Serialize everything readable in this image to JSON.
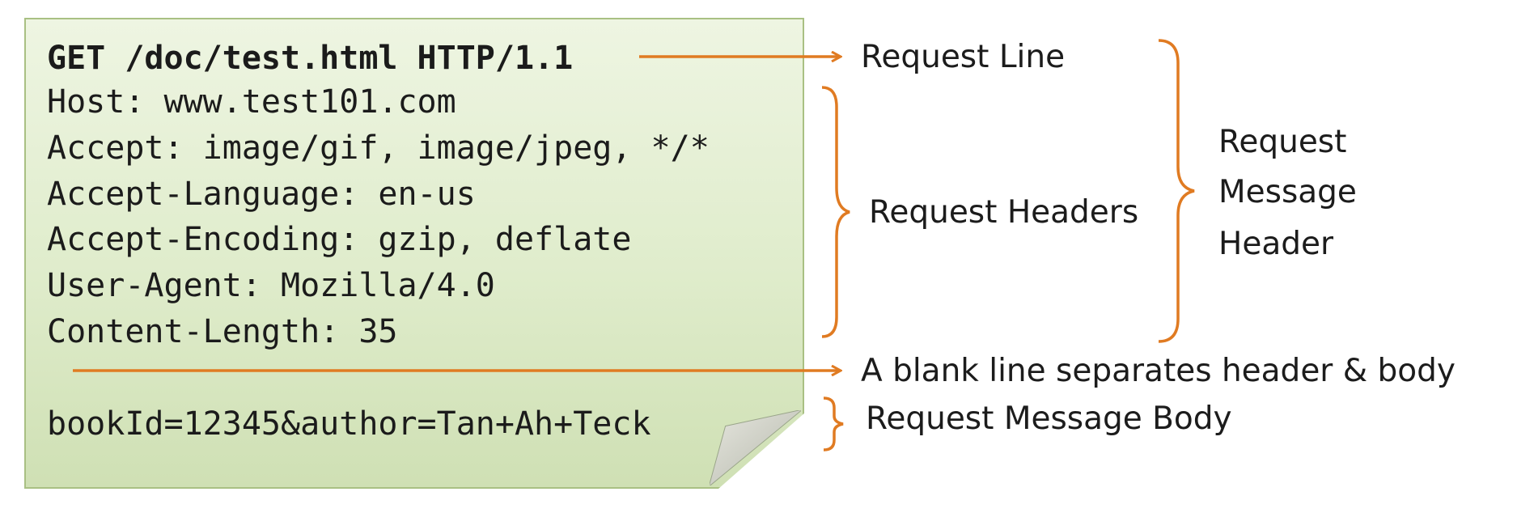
{
  "request": {
    "request_line": "GET /doc/test.html HTTP/1.1",
    "headers": [
      "Host: www.test101.com",
      "Accept: image/gif, image/jpeg, */*",
      "Accept-Language: en-us",
      "Accept-Encoding: gzip, deflate",
      "User-Agent: Mozilla/4.0",
      "Content-Length: 35"
    ],
    "body": "bookId=12345&author=Tan+Ah+Teck"
  },
  "labels": {
    "request_line": "Request Line",
    "request_headers": "Request Headers",
    "message_header": [
      "Request",
      "Message",
      "Header"
    ],
    "blank_line": "A blank line separates header & body",
    "message_body": "Request Message Body"
  },
  "colors": {
    "accent": "#e07b22",
    "note_fill": "#dfeccb",
    "note_border": "#a9c083"
  }
}
